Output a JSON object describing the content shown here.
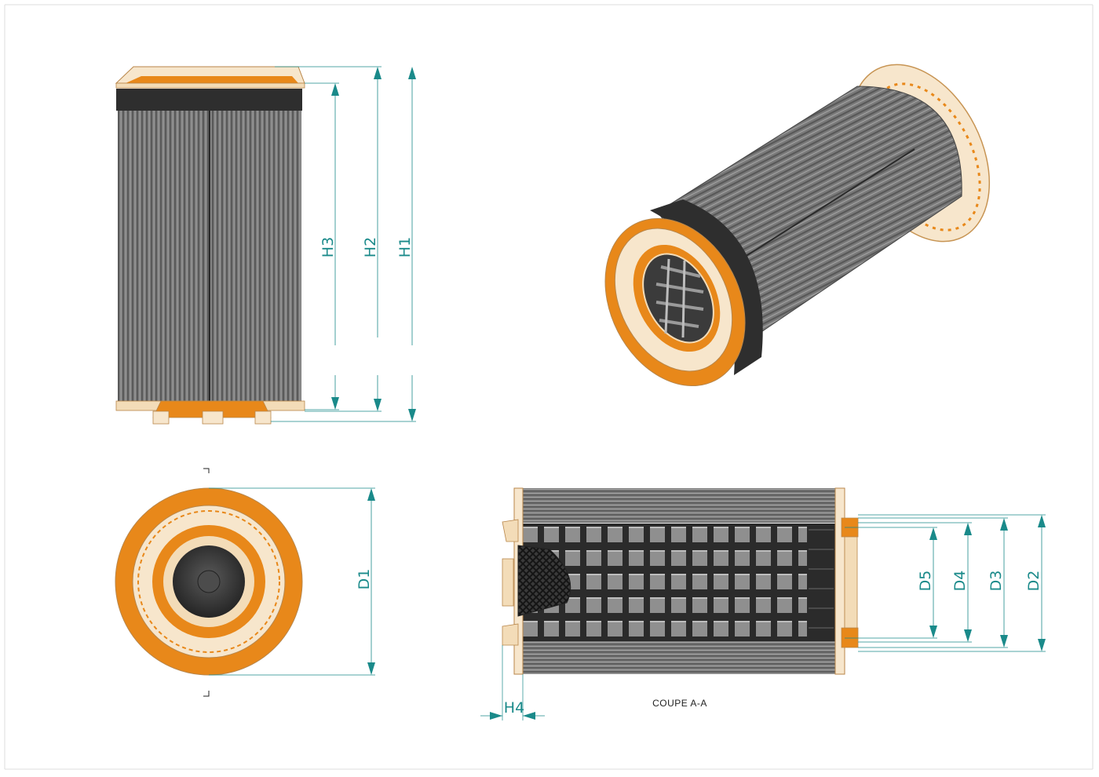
{
  "colors": {
    "dimension": "#1a8a8a",
    "orange": "#e8881a",
    "pale": "#f7e6cc",
    "dark": "#2e2e2e",
    "pleat": "#6e6e6e",
    "pleat_light": "#9a9a9a"
  },
  "dimensions": {
    "h1": "H1",
    "h2": "H2",
    "h3": "H3",
    "h4": "H4",
    "d1": "D1",
    "d2": "D2",
    "d3": "D3",
    "d4": "D4",
    "d5": "D5"
  },
  "section_view": {
    "caption": "COUPE A-A"
  }
}
